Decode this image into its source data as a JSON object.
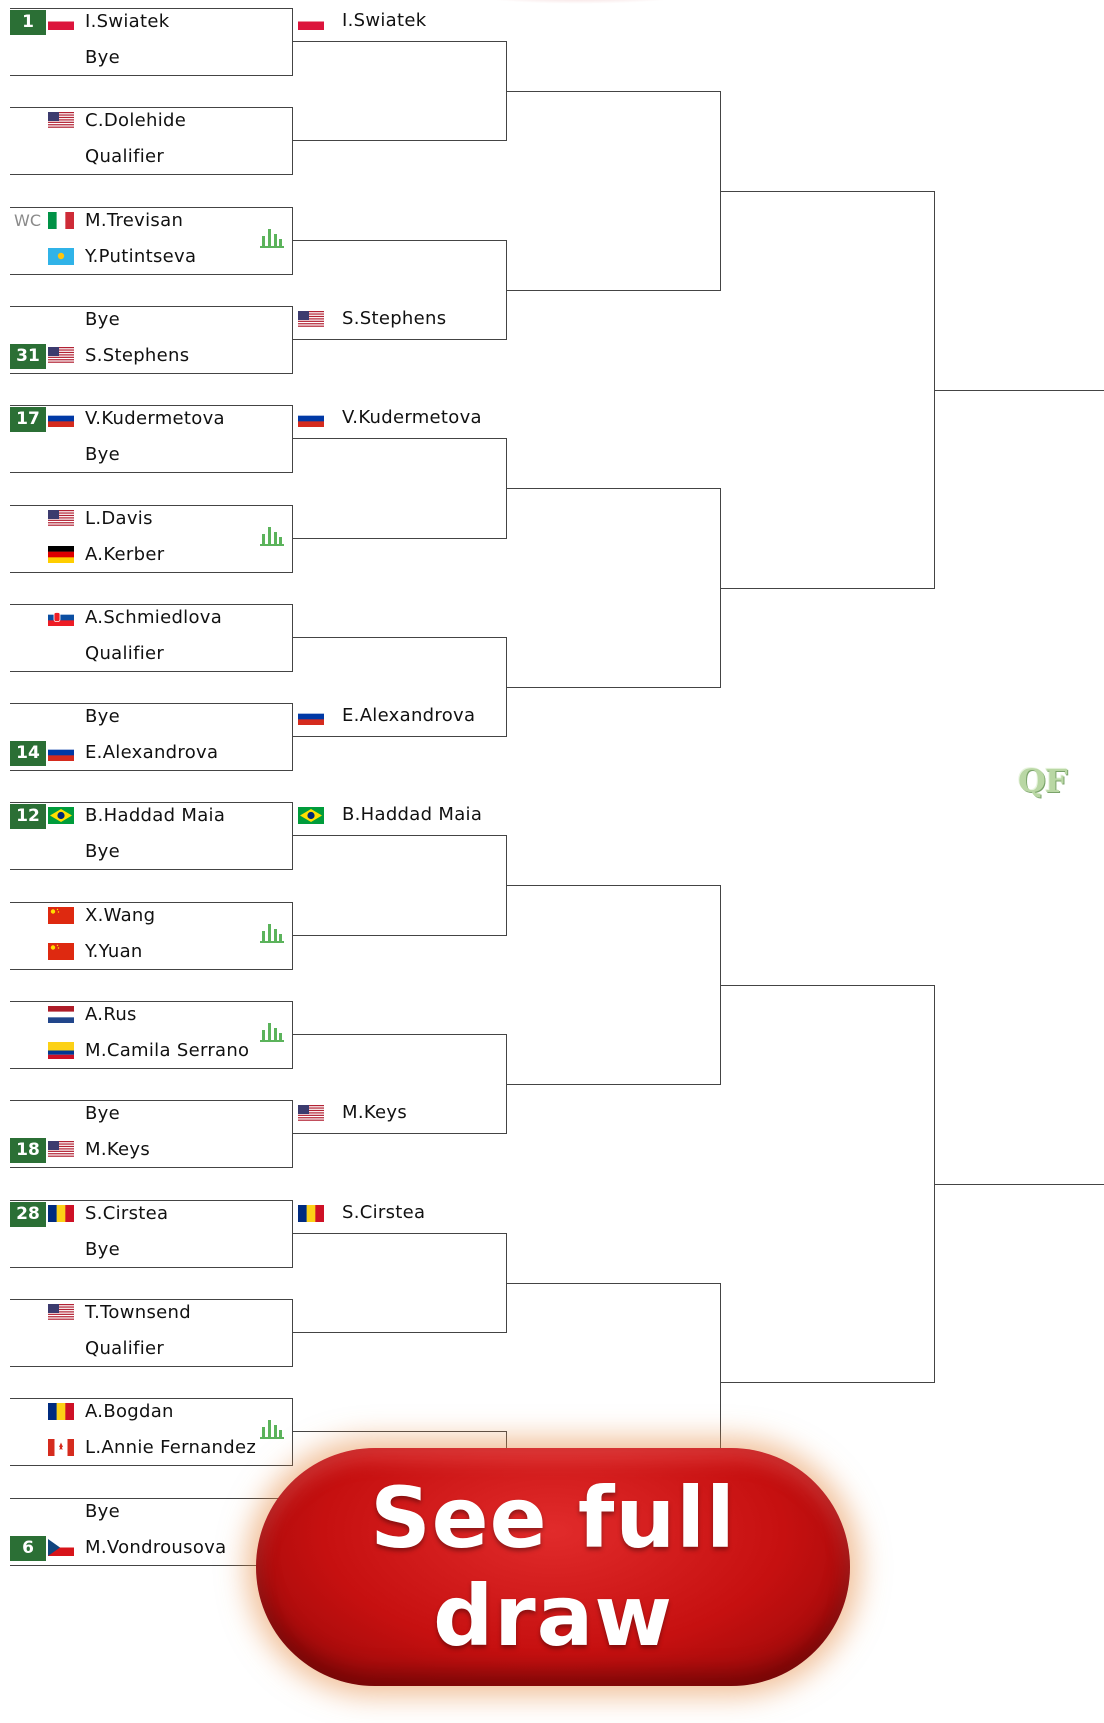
{
  "round_label": "QF",
  "cta_label": "See full draw",
  "h2h_icon": "bar-chart-icon",
  "colors": {
    "seed_bg": "#2b6f35",
    "cta_red": "#c61010",
    "h2h_green": "#5bb35b"
  },
  "first_round": [
    {
      "seed": "1",
      "wc": "",
      "p1": {
        "name": "I.Swiatek",
        "flag": "PL"
      },
      "p2": {
        "name": "Bye",
        "flag": ""
      },
      "seed_on": "top",
      "h2h": false
    },
    {
      "seed": "",
      "wc": "",
      "p1": {
        "name": "C.Dolehide",
        "flag": "US"
      },
      "p2": {
        "name": "Qualifier",
        "flag": ""
      },
      "seed_on": "",
      "h2h": false
    },
    {
      "seed": "",
      "wc": "WC",
      "p1": {
        "name": "M.Trevisan",
        "flag": "IT"
      },
      "p2": {
        "name": "Y.Putintseva",
        "flag": "KZ"
      },
      "seed_on": "",
      "h2h": true
    },
    {
      "seed": "31",
      "wc": "",
      "p1": {
        "name": "Bye",
        "flag": ""
      },
      "p2": {
        "name": "S.Stephens",
        "flag": "US"
      },
      "seed_on": "bot",
      "h2h": false
    },
    {
      "seed": "17",
      "wc": "",
      "p1": {
        "name": "V.Kudermetova",
        "flag": "RU"
      },
      "p2": {
        "name": "Bye",
        "flag": ""
      },
      "seed_on": "top",
      "h2h": false
    },
    {
      "seed": "",
      "wc": "",
      "p1": {
        "name": "L.Davis",
        "flag": "US"
      },
      "p2": {
        "name": "A.Kerber",
        "flag": "DE"
      },
      "seed_on": "",
      "h2h": true
    },
    {
      "seed": "",
      "wc": "",
      "p1": {
        "name": "A.Schmiedlova",
        "flag": "SK"
      },
      "p2": {
        "name": "Qualifier",
        "flag": ""
      },
      "seed_on": "",
      "h2h": false
    },
    {
      "seed": "14",
      "wc": "",
      "p1": {
        "name": "Bye",
        "flag": ""
      },
      "p2": {
        "name": "E.Alexandrova",
        "flag": "RU"
      },
      "seed_on": "bot",
      "h2h": false
    },
    {
      "seed": "12",
      "wc": "",
      "p1": {
        "name": "B.Haddad Maia",
        "flag": "BR"
      },
      "p2": {
        "name": "Bye",
        "flag": ""
      },
      "seed_on": "top",
      "h2h": false
    },
    {
      "seed": "",
      "wc": "",
      "p1": {
        "name": "X.Wang",
        "flag": "CN"
      },
      "p2": {
        "name": "Y.Yuan",
        "flag": "CN"
      },
      "seed_on": "",
      "h2h": true
    },
    {
      "seed": "",
      "wc": "",
      "p1": {
        "name": "A.Rus",
        "flag": "NL"
      },
      "p2": {
        "name": "M.Camila Serrano",
        "flag": "CO"
      },
      "seed_on": "",
      "h2h": true
    },
    {
      "seed": "18",
      "wc": "",
      "p1": {
        "name": "Bye",
        "flag": ""
      },
      "p2": {
        "name": "M.Keys",
        "flag": "US"
      },
      "seed_on": "bot",
      "h2h": false
    },
    {
      "seed": "28",
      "wc": "",
      "p1": {
        "name": "S.Cirstea",
        "flag": "RO"
      },
      "p2": {
        "name": "Bye",
        "flag": ""
      },
      "seed_on": "top",
      "h2h": false
    },
    {
      "seed": "",
      "wc": "",
      "p1": {
        "name": "T.Townsend",
        "flag": "US"
      },
      "p2": {
        "name": "Qualifier",
        "flag": ""
      },
      "seed_on": "",
      "h2h": false
    },
    {
      "seed": "",
      "wc": "",
      "p1": {
        "name": "A.Bogdan",
        "flag": "RO"
      },
      "p2": {
        "name": "L.Annie Fernandez",
        "flag": "CA"
      },
      "seed_on": "",
      "h2h": true
    },
    {
      "seed": "6",
      "wc": "",
      "p1": {
        "name": "Bye",
        "flag": ""
      },
      "p2": {
        "name": "M.Vondrousova",
        "flag": "CZ"
      },
      "seed_on": "bot",
      "h2h": false
    }
  ],
  "second_round": [
    {
      "name": "I.Swiatek",
      "flag": "PL"
    },
    {
      "name": "",
      "flag": ""
    },
    {
      "name": "",
      "flag": ""
    },
    {
      "name": "S.Stephens",
      "flag": "US"
    },
    {
      "name": "V.Kudermetova",
      "flag": "RU"
    },
    {
      "name": "",
      "flag": ""
    },
    {
      "name": "",
      "flag": ""
    },
    {
      "name": "E.Alexandrova",
      "flag": "RU"
    },
    {
      "name": "B.Haddad Maia",
      "flag": "BR"
    },
    {
      "name": "",
      "flag": ""
    },
    {
      "name": "",
      "flag": ""
    },
    {
      "name": "M.Keys",
      "flag": "US"
    },
    {
      "name": "S.Cirstea",
      "flag": "RO"
    },
    {
      "name": "",
      "flag": ""
    },
    {
      "name": "",
      "flag": ""
    },
    {
      "name": "",
      "flag": ""
    }
  ]
}
